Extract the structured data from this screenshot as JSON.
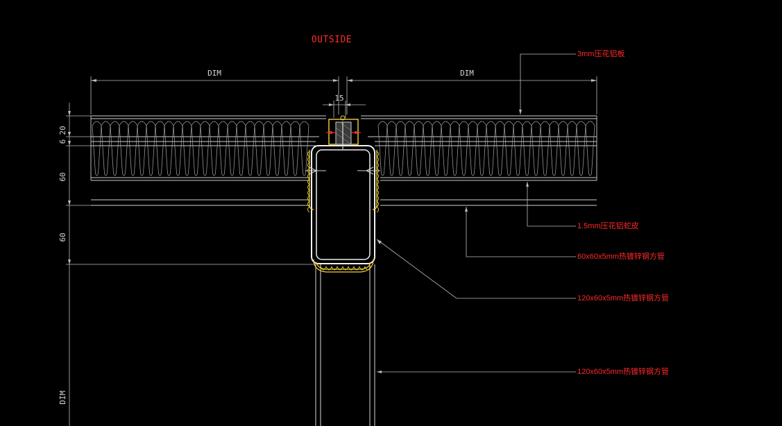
{
  "title": "OUTSIDE",
  "dimensions": {
    "top_left": "DIM",
    "top_right": "DIM",
    "joint_width": "15",
    "v_20": "20",
    "v_6": "6",
    "v_60_a": "60",
    "v_60_b": "60",
    "v_dim": "DIM"
  },
  "callouts": [
    "3mm压花铝板",
    "1.5mm压花铝蛇皮",
    "60x60x5mm热镀锌钢方管",
    "120x60x5mm热镀锌钢方管",
    "120x60x5mm热镀锌钢方管"
  ],
  "colors": {
    "background": "#000000",
    "line_white": "#e6e6e6",
    "line_gray": "#9a9a9a",
    "accent_red": "#ff2a2a",
    "accent_yellow": "#f2d43a"
  }
}
